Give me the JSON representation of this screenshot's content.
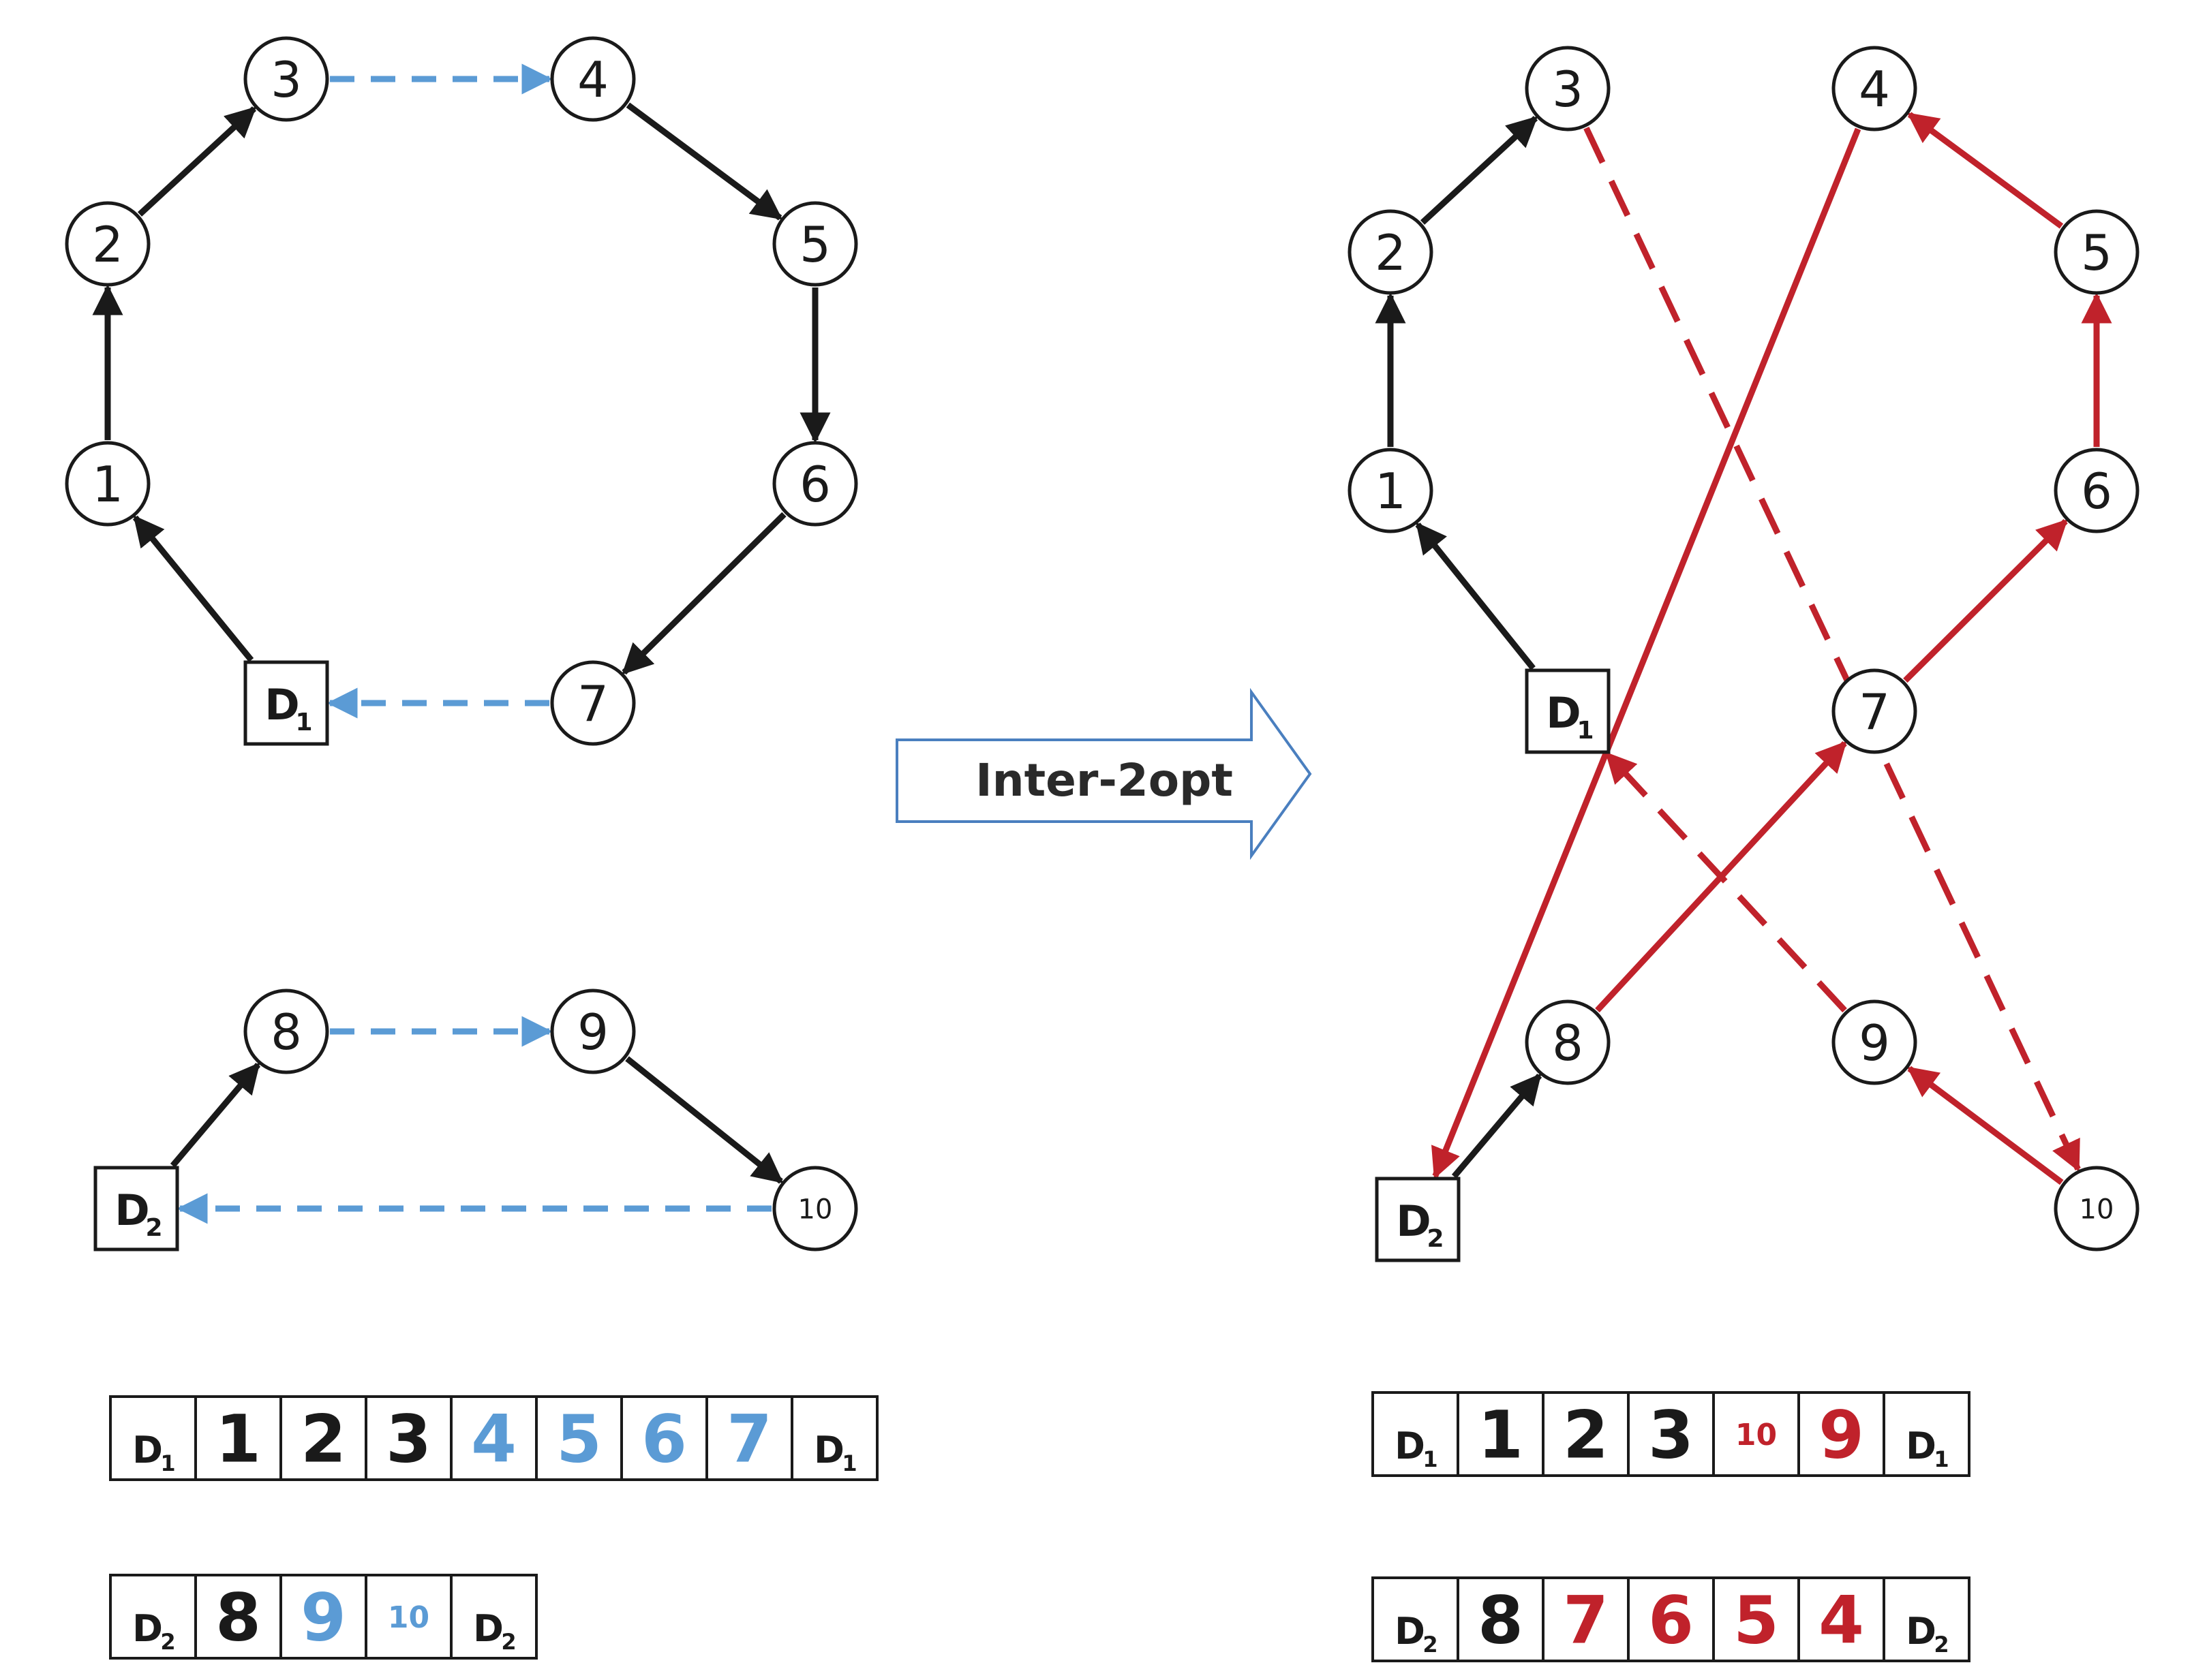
{
  "colors": {
    "black": "#1a1a1a",
    "blue": "#5b9bd5",
    "red": "#c0222b",
    "arrow_stroke": "#4a7fbf",
    "arrow_fill": "#ffffff"
  },
  "transform_arrow": {
    "label": "Inter-2opt"
  },
  "before": {
    "nodes": [
      {
        "id": "n1",
        "label": "1",
        "shape": "circle"
      },
      {
        "id": "n2",
        "label": "2",
        "shape": "circle"
      },
      {
        "id": "n3",
        "label": "3",
        "shape": "circle"
      },
      {
        "id": "n4",
        "label": "4",
        "shape": "circle"
      },
      {
        "id": "n5",
        "label": "5",
        "shape": "circle"
      },
      {
        "id": "n6",
        "label": "6",
        "shape": "circle"
      },
      {
        "id": "n7",
        "label": "7",
        "shape": "circle"
      },
      {
        "id": "n8",
        "label": "8",
        "shape": "circle"
      },
      {
        "id": "n9",
        "label": "9",
        "shape": "circle"
      },
      {
        "id": "n10",
        "label": "10",
        "shape": "circle",
        "small": true
      },
      {
        "id": "d1",
        "label": "D",
        "sub": "1",
        "shape": "square"
      },
      {
        "id": "d2",
        "label": "D",
        "sub": "2",
        "shape": "square"
      }
    ],
    "edges": [
      {
        "from": "d1",
        "to": "n1",
        "color": "black",
        "dashed": false
      },
      {
        "from": "n1",
        "to": "n2",
        "color": "black",
        "dashed": false
      },
      {
        "from": "n2",
        "to": "n3",
        "color": "black",
        "dashed": false
      },
      {
        "from": "n3",
        "to": "n4",
        "color": "blue",
        "dashed": true
      },
      {
        "from": "n4",
        "to": "n5",
        "color": "black",
        "dashed": false
      },
      {
        "from": "n5",
        "to": "n6",
        "color": "black",
        "dashed": false
      },
      {
        "from": "n6",
        "to": "n7",
        "color": "black",
        "dashed": false
      },
      {
        "from": "n7",
        "to": "d1",
        "color": "blue",
        "dashed": true
      },
      {
        "from": "d2",
        "to": "n8",
        "color": "black",
        "dashed": false
      },
      {
        "from": "n8",
        "to": "n9",
        "color": "blue",
        "dashed": true
      },
      {
        "from": "n9",
        "to": "n10",
        "color": "black",
        "dashed": false
      },
      {
        "from": "n10",
        "to": "d2",
        "color": "blue",
        "dashed": true
      }
    ],
    "sequences": [
      {
        "id": "seq-before-route1",
        "cells": [
          {
            "label": "D",
            "sub": "1",
            "color": "black",
            "depot": true
          },
          {
            "label": "1",
            "color": "black"
          },
          {
            "label": "2",
            "color": "black"
          },
          {
            "label": "3",
            "color": "black"
          },
          {
            "label": "4",
            "color": "blue"
          },
          {
            "label": "5",
            "color": "blue"
          },
          {
            "label": "6",
            "color": "blue"
          },
          {
            "label": "7",
            "color": "blue"
          },
          {
            "label": "D",
            "sub": "1",
            "color": "black",
            "depot": true
          }
        ]
      },
      {
        "id": "seq-before-route2",
        "cells": [
          {
            "label": "D",
            "sub": "2",
            "color": "black",
            "depot": true
          },
          {
            "label": "8",
            "color": "black"
          },
          {
            "label": "9",
            "color": "blue"
          },
          {
            "label": "10",
            "color": "blue",
            "small": true
          },
          {
            "label": "D",
            "sub": "2",
            "color": "black",
            "depot": true
          }
        ]
      }
    ]
  },
  "after": {
    "nodes": [
      {
        "id": "n1",
        "label": "1",
        "shape": "circle"
      },
      {
        "id": "n2",
        "label": "2",
        "shape": "circle"
      },
      {
        "id": "n3",
        "label": "3",
        "shape": "circle"
      },
      {
        "id": "n4",
        "label": "4",
        "shape": "circle"
      },
      {
        "id": "n5",
        "label": "5",
        "shape": "circle"
      },
      {
        "id": "n6",
        "label": "6",
        "shape": "circle"
      },
      {
        "id": "n7",
        "label": "7",
        "shape": "circle"
      },
      {
        "id": "n8",
        "label": "8",
        "shape": "circle"
      },
      {
        "id": "n9",
        "label": "9",
        "shape": "circle"
      },
      {
        "id": "n10",
        "label": "10",
        "shape": "circle",
        "small": true
      },
      {
        "id": "d1",
        "label": "D",
        "sub": "1",
        "shape": "square"
      },
      {
        "id": "d2",
        "label": "D",
        "sub": "2",
        "shape": "square"
      }
    ],
    "edges": [
      {
        "from": "d1",
        "to": "n1",
        "color": "black",
        "dashed": false
      },
      {
        "from": "n1",
        "to": "n2",
        "color": "black",
        "dashed": false
      },
      {
        "from": "n2",
        "to": "n3",
        "color": "black",
        "dashed": false
      },
      {
        "from": "n3",
        "to": "n10",
        "color": "red",
        "dashed": true
      },
      {
        "from": "n10",
        "to": "n9",
        "color": "red",
        "dashed": false
      },
      {
        "from": "n9",
        "to": "d1",
        "color": "red",
        "dashed": true
      },
      {
        "from": "d2",
        "to": "n8",
        "color": "black",
        "dashed": false
      },
      {
        "from": "n8",
        "to": "n7",
        "color": "red",
        "dashed": false
      },
      {
        "from": "n7",
        "to": "n6",
        "color": "red",
        "dashed": false
      },
      {
        "from": "n6",
        "to": "n5",
        "color": "red",
        "dashed": false
      },
      {
        "from": "n5",
        "to": "n4",
        "color": "red",
        "dashed": false
      },
      {
        "from": "n4",
        "to": "d2",
        "color": "red",
        "dashed": false
      }
    ],
    "sequences": [
      {
        "id": "seq-after-route1",
        "cells": [
          {
            "label": "D",
            "sub": "1",
            "color": "black",
            "depot": true
          },
          {
            "label": "1",
            "color": "black"
          },
          {
            "label": "2",
            "color": "black"
          },
          {
            "label": "3",
            "color": "black"
          },
          {
            "label": "10",
            "color": "red",
            "small": true
          },
          {
            "label": "9",
            "color": "red"
          },
          {
            "label": "D",
            "sub": "1",
            "color": "black",
            "depot": true
          }
        ]
      },
      {
        "id": "seq-after-route2",
        "cells": [
          {
            "label": "D",
            "sub": "2",
            "color": "black",
            "depot": true
          },
          {
            "label": "8",
            "color": "black"
          },
          {
            "label": "7",
            "color": "red"
          },
          {
            "label": "6",
            "color": "red"
          },
          {
            "label": "5",
            "color": "red"
          },
          {
            "label": "4",
            "color": "red"
          },
          {
            "label": "D",
            "sub": "2",
            "color": "black",
            "depot": true
          }
        ]
      }
    ]
  }
}
